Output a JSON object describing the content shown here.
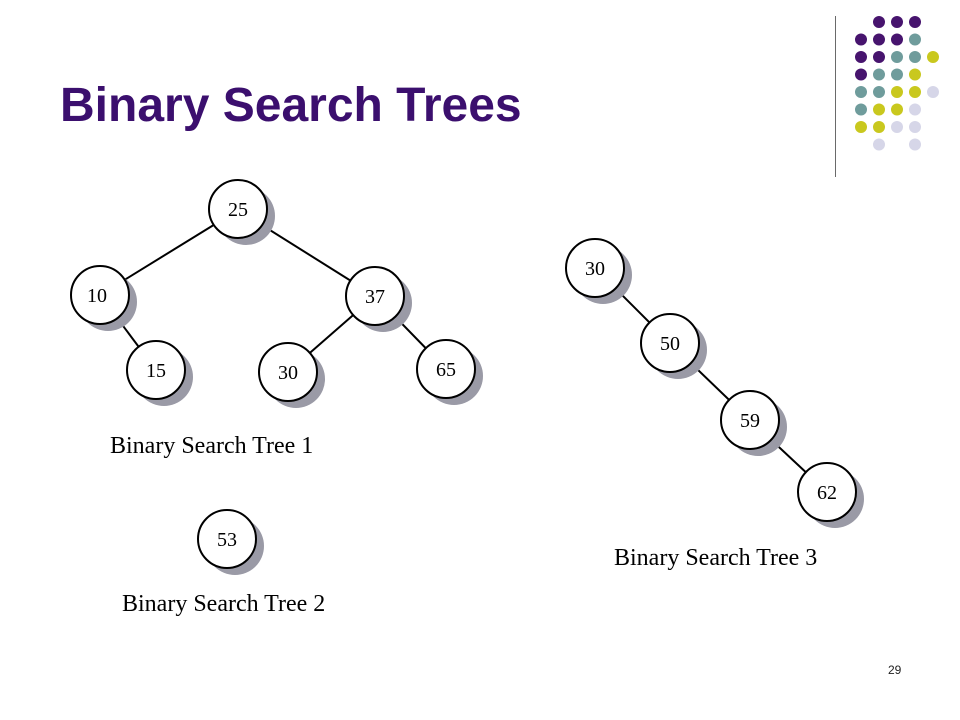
{
  "slide": {
    "title": "Binary Search Trees",
    "page_number": "29"
  },
  "palette": {
    "purple": "#47146e",
    "teal": "#6f9c9c",
    "olive": "#c9c81e",
    "lavender": "#d6d6e8"
  },
  "trees": [
    {
      "caption": "Binary Search Tree 1",
      "nodes": [
        "25",
        "10",
        "37",
        "15",
        "30",
        "65"
      ],
      "edges": [
        [
          "25",
          "10"
        ],
        [
          "25",
          "37"
        ],
        [
          "10",
          "15"
        ],
        [
          "37",
          "30"
        ],
        [
          "37",
          "65"
        ]
      ]
    },
    {
      "caption": "Binary Search Tree 2",
      "nodes": [
        "53"
      ],
      "edges": []
    },
    {
      "caption": "Binary Search Tree 3",
      "nodes": [
        "30",
        "50",
        "59",
        "62"
      ],
      "edges": [
        [
          "30",
          "50"
        ],
        [
          "50",
          "59"
        ],
        [
          "59",
          "62"
        ]
      ]
    }
  ]
}
